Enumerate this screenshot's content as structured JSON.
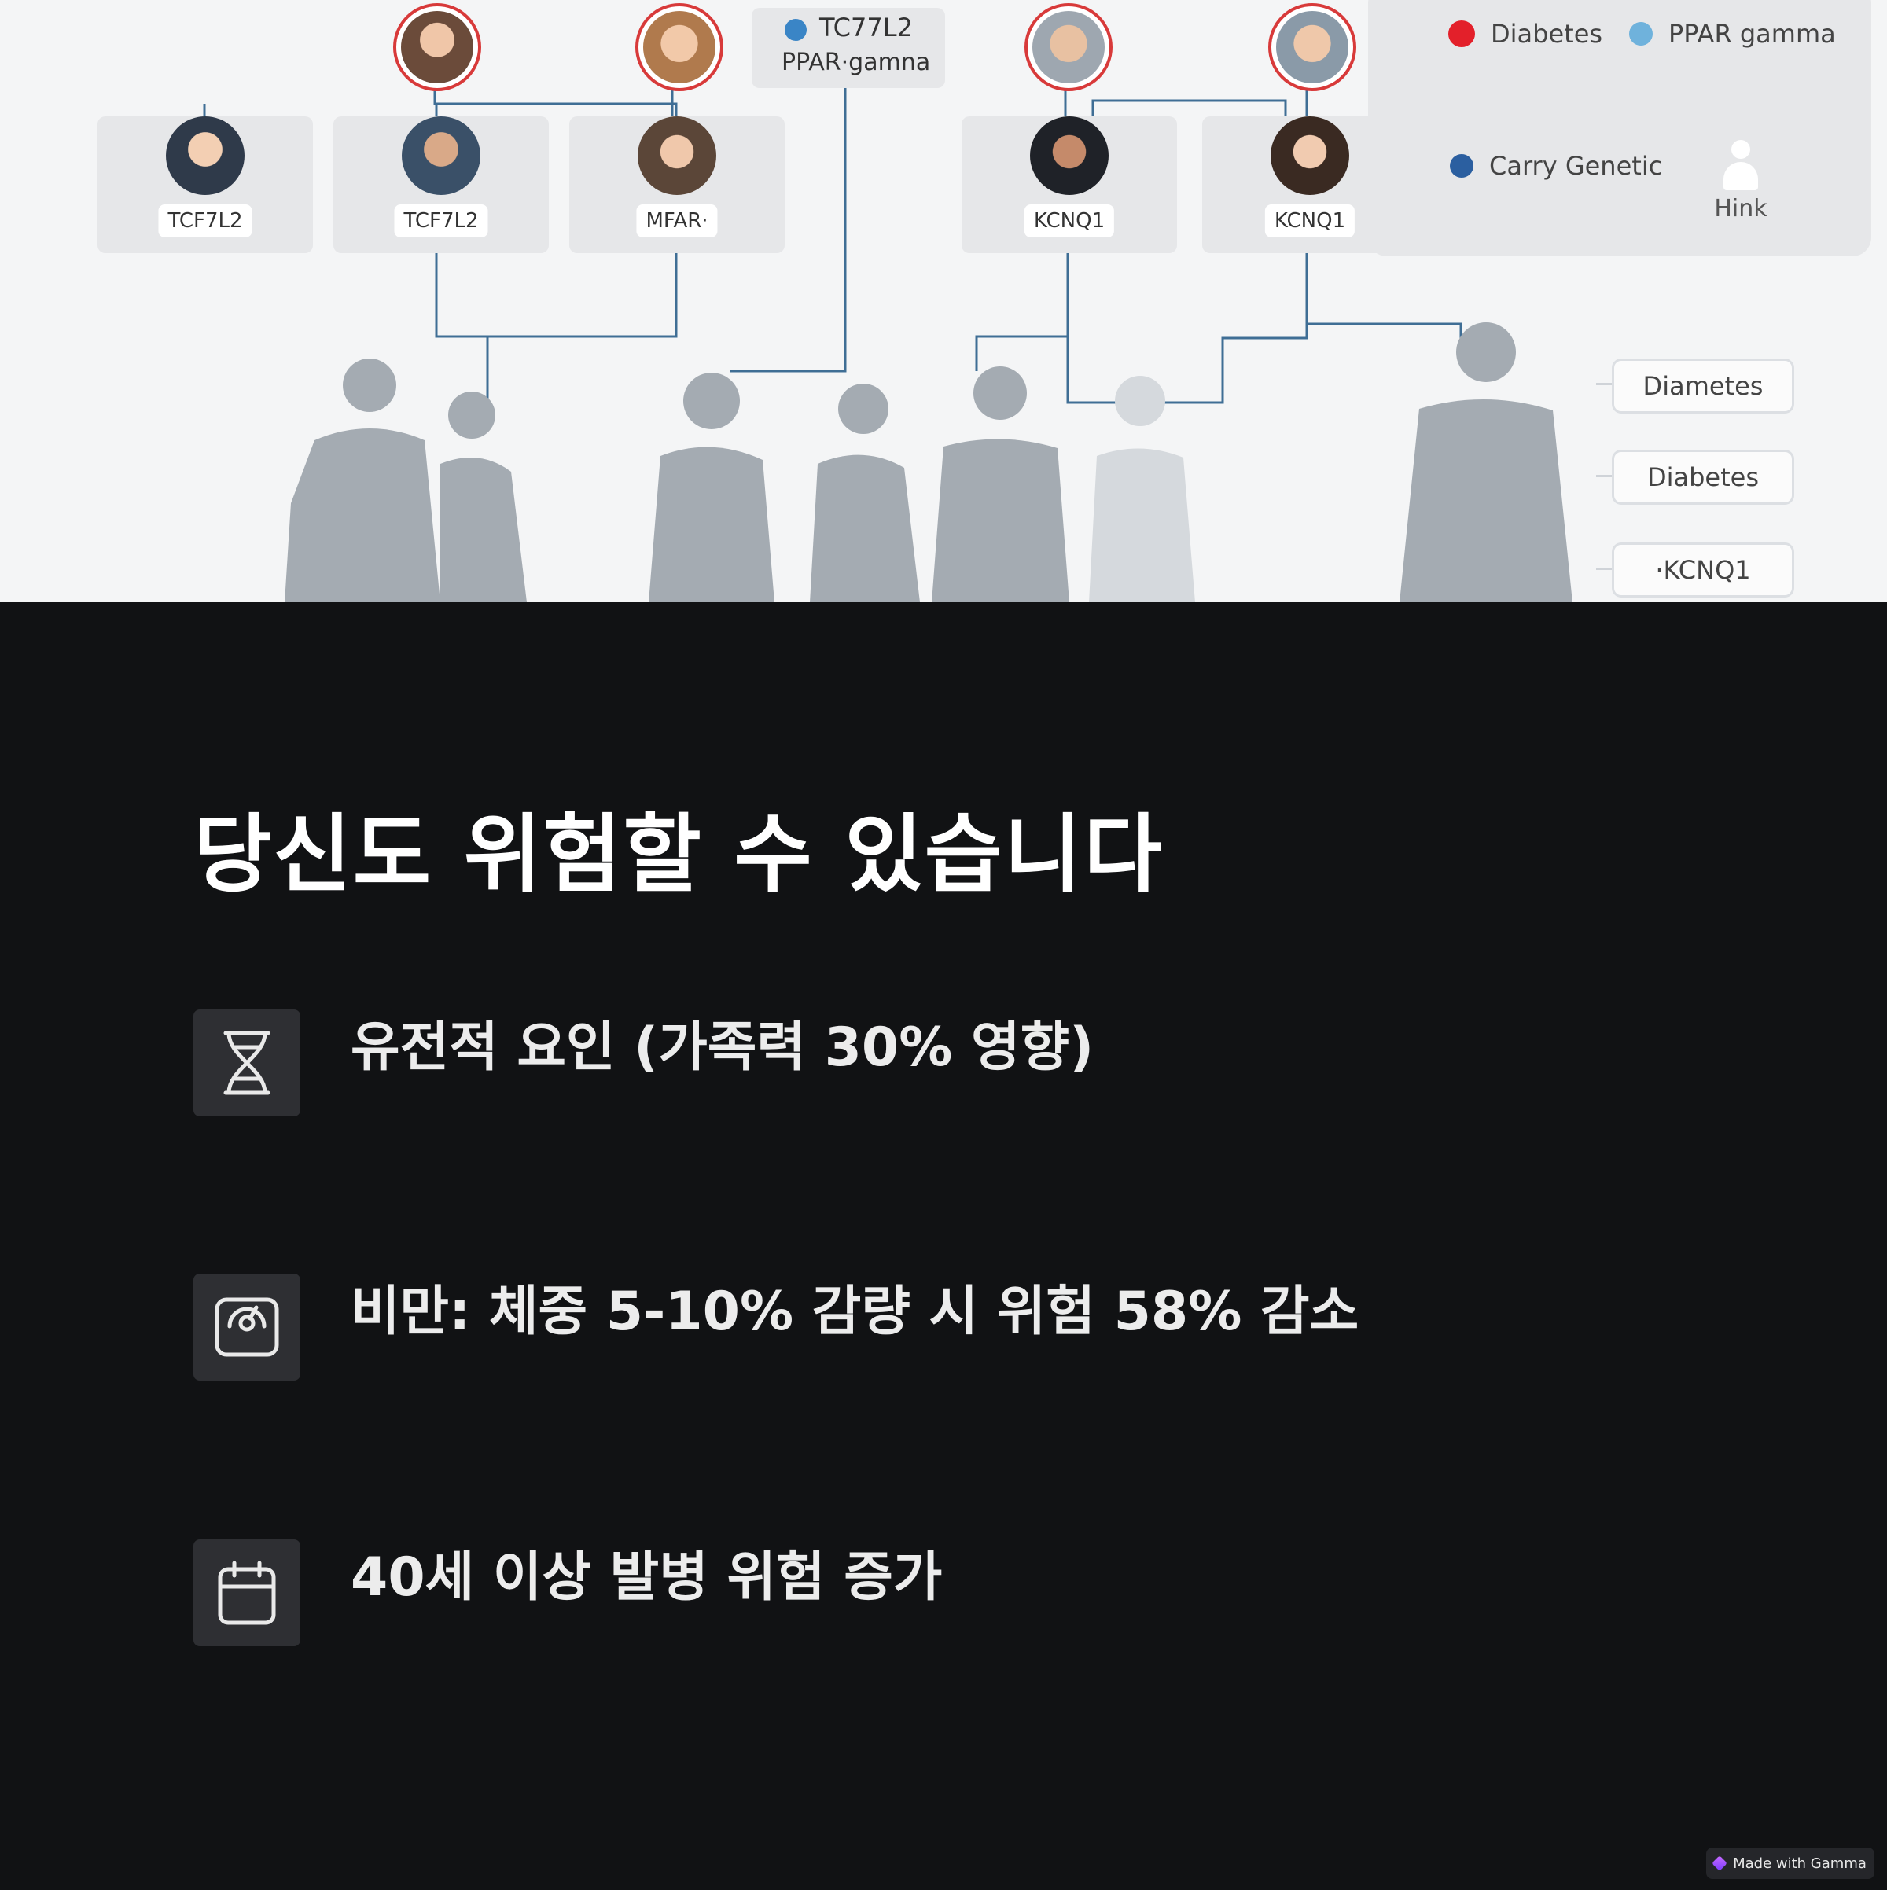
{
  "illustration": {
    "card_labels": [
      "TCF7L2",
      "TCF7L2",
      "MFAR·",
      "KCNQ1",
      "KCNQ1"
    ],
    "callout": {
      "line1": "TC77L2",
      "line2": "PPAR·gamna"
    },
    "legend": {
      "diabetes": "Diabetes",
      "ppar": "PPAR gamma",
      "carry": "Carry Genetic",
      "hink": "Hink"
    },
    "tags": [
      "Diametes",
      "Diabetes",
      "·KCNQ1"
    ],
    "colors": {
      "diabetes": "#e3202a",
      "ppar": "#6fb2dc",
      "carry": "#2b5fa0",
      "avatar_ring": "#d83a3a"
    }
  },
  "main": {
    "title": "당신도 위험할 수 있습니다",
    "features": [
      {
        "icon": "dna-icon",
        "text": "유전적 요인 (가족력 30% 영향)"
      },
      {
        "icon": "scale-icon",
        "text": "비만: 체중 5-10% 감량 시 위험 58% 감소"
      },
      {
        "icon": "calendar-icon",
        "text": "40세 이상 발병 위험 증가"
      }
    ]
  },
  "footer": {
    "badge": "Made with Gamma"
  }
}
